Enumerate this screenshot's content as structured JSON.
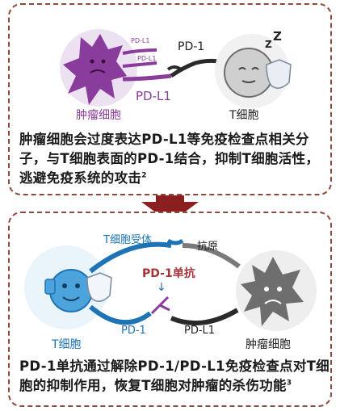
{
  "top_panel": {
    "tumor_label": "肿瘤细胞",
    "pdl1_small_1": "PD-L1",
    "pdl1_small_2": "PD-L1",
    "pd1_label": "PD-1",
    "pdl1_label": "PD-L1",
    "tcell_label": "T细胞",
    "sleep_mark": "Z",
    "caption": "肿瘤细胞会过度表达PD-L1等免疫检查点相关分子，与T细胞表面的PD-1结合，抑制T细胞活性，逃避免疫系统的攻击",
    "caption_ref": "2"
  },
  "bottom_panel": {
    "receptor_label": "T细胞受体",
    "antigen_label": "抗原",
    "antibody_label": "PD-1单抗",
    "arrow_glyph": "↓",
    "tcell_label": "T细胞",
    "pd1_label": "PD-1",
    "pdl1_label": "PD-L1",
    "tumor_label": "肿瘤细胞",
    "caption": "PD-1单抗通过解除PD-1/PD-L1免疫检查点对T细胞的抑制作用，恢复T细胞对肿瘤的杀伤功能",
    "caption_ref": "3"
  },
  "colors": {
    "border": "#8c4a3c",
    "arrow": "#8b1e1e",
    "purple": "#8a3c9c",
    "blue": "#1e73b5",
    "gray": "#6e6e6e"
  }
}
